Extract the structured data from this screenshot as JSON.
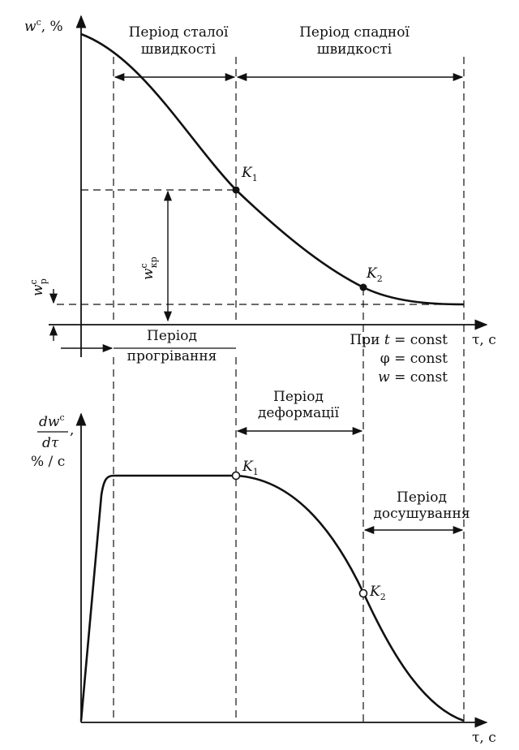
{
  "top": {
    "y_axis_label": "w",
    "y_axis_label_sup": "c",
    "y_axis_label_unit": ", %",
    "x_axis_label": "τ, с",
    "period_constant_line1": "Період сталої",
    "period_constant_line2": "швидкості",
    "period_falling_line1": "Період спадної",
    "period_falling_line2": "швидкості",
    "period_heating_line1": "Період",
    "period_heating_line2": "прогрівання",
    "point1": "K",
    "point1_sub": "1",
    "point2": "K",
    "point2_sub": "2",
    "w_critical": "w",
    "w_critical_sup": "c",
    "w_critical_sub": "кр",
    "w_equilibrium": "w",
    "w_equilibrium_sup": "c",
    "w_equilibrium_sub": "р",
    "condition1_prefix": "При ",
    "condition1_var": "t",
    "condition1_rest": " = const",
    "condition2": "φ = const",
    "condition3_var": "w",
    "condition3_rest": " = const"
  },
  "bottom": {
    "y_axis_label_num": "dw",
    "y_axis_label_sup": "c",
    "y_axis_label_den": "dτ",
    "y_axis_label_comma": ",",
    "y_axis_unit": "% / с",
    "x_axis_label": "τ, с",
    "period_deformation_line1": "Період",
    "period_deformation_line2": "деформації",
    "period_final_line1": "Період",
    "period_final_line2": "досушування",
    "point1": "K",
    "point1_sub": "1",
    "point2": "K",
    "point2_sub": "2"
  },
  "colors": {
    "ink": "#111111",
    "background": "#ffffff"
  }
}
